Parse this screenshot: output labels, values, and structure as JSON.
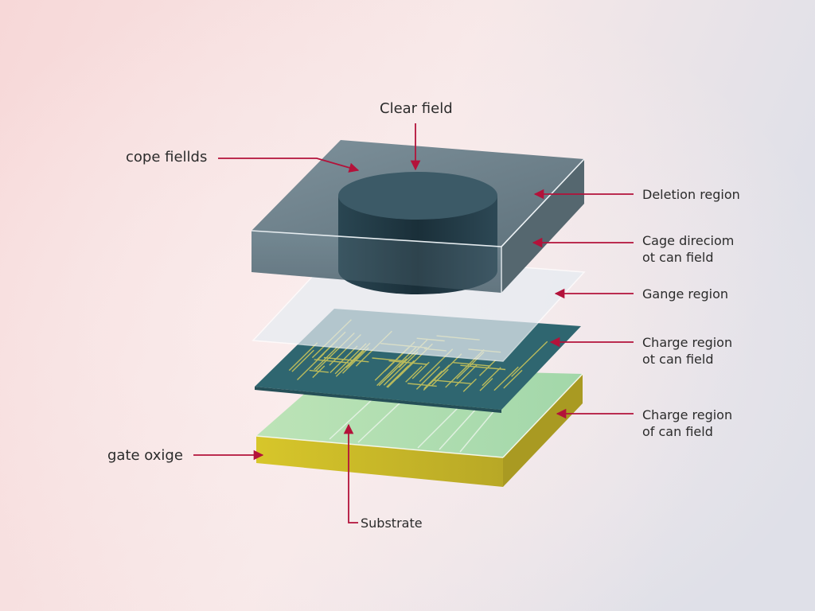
{
  "labels": {
    "clear_field": "Clear field",
    "cope_fields": "cope fiellds",
    "deletion_region": "Deletion region",
    "cage_direction_line1": "Cage direciom",
    "cage_direction_line2": "ot can field",
    "gange_region": "Gange region",
    "charge_region_1_line1": "Charge region",
    "charge_region_1_line2": "ot can field",
    "charge_region_2_line1": "Charge region",
    "charge_region_2_line2": "of can field",
    "gate_oxige": "gate oxige",
    "substrate": "Substrate"
  },
  "colors": {
    "arrow": "#b3123a",
    "top_block": "#6c7f89",
    "cylinder": "#1f3540",
    "glass_layer": "#e6ecf2",
    "circuit_layer": "#2f6670",
    "circuit_traces": "#c9c45a",
    "green_layer": "#a8dcae",
    "yellow_slab": "#c8b82a"
  }
}
